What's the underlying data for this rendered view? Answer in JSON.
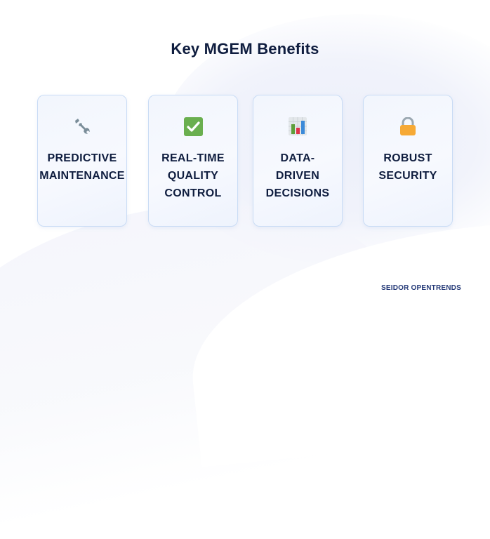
{
  "title": "Key MGEM Benefits",
  "cards": [
    {
      "icon": "wrench-icon",
      "lines": [
        "PREDICTIVE",
        "MAINTENANCE"
      ]
    },
    {
      "icon": "check-box-icon",
      "lines": [
        "REAL-TIME",
        "QUALITY",
        "CONTROL"
      ]
    },
    {
      "icon": "bar-chart-icon",
      "lines": [
        "DATA-",
        "DRIVEN",
        "DECISIONS"
      ]
    },
    {
      "icon": "lock-icon",
      "lines": [
        "ROBUST",
        "SECURITY"
      ]
    }
  ],
  "brand": "SEIDOR OPENTRENDS",
  "colors": {
    "title": "#0f1d3f",
    "brand": "#253a78",
    "card_border": "#c9dcf5",
    "check_green": "#6aaf4f",
    "lock_orange": "#f6a935",
    "wrench_gray": "#7a8d99"
  }
}
